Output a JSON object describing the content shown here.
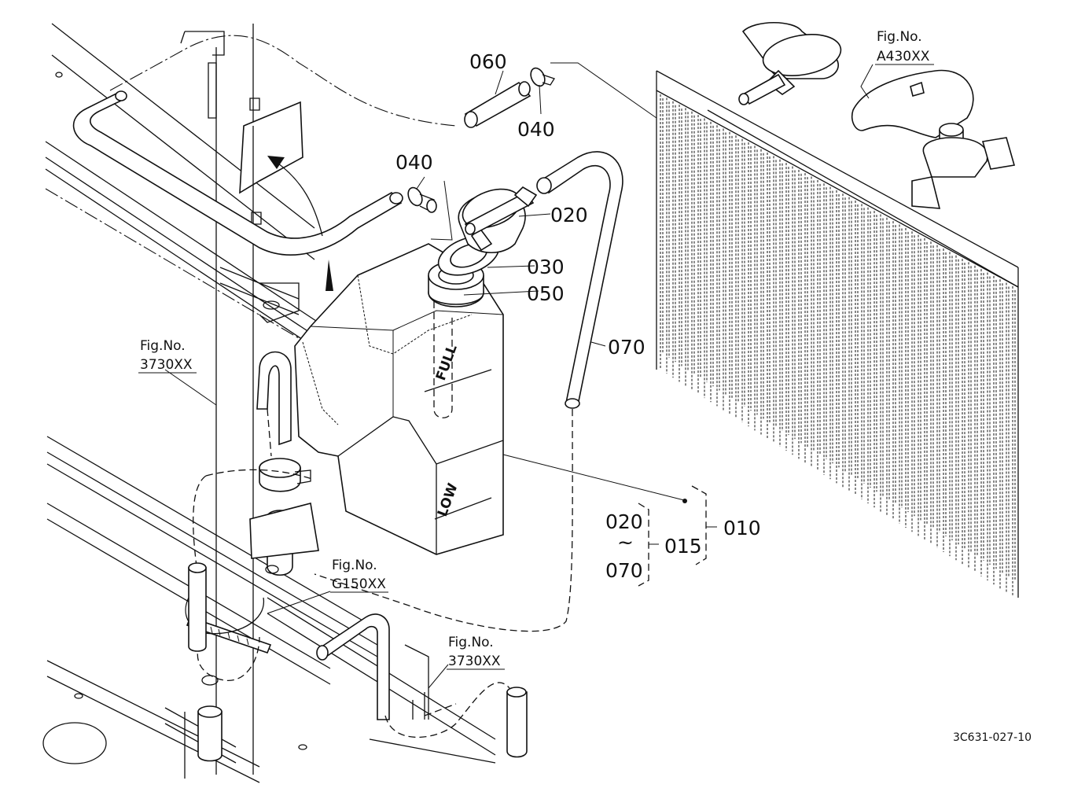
{
  "parts": [
    {
      "id": "p060",
      "number": "060"
    },
    {
      "id": "p040a",
      "number": "040"
    },
    {
      "id": "p040b",
      "number": "040"
    },
    {
      "id": "p020",
      "number": "020"
    },
    {
      "id": "p030",
      "number": "030"
    },
    {
      "id": "p050",
      "number": "050"
    },
    {
      "id": "p070",
      "number": "070"
    },
    {
      "id": "p010",
      "number": "010"
    },
    {
      "id": "p015",
      "number": "015"
    }
  ],
  "range": {
    "from": "020",
    "sep": "~",
    "to": "070"
  },
  "tank_marks": {
    "full": "FULL",
    "low": "LOW"
  },
  "figure_refs": [
    {
      "id": "ref-a430",
      "label": "Fig.No.",
      "code": "A430XX"
    },
    {
      "id": "ref-3730-left",
      "label": "Fig.No.",
      "code": "3730XX"
    },
    {
      "id": "ref-g150",
      "label": "Fig.No.",
      "code": "G150XX"
    },
    {
      "id": "ref-3730-bottom",
      "label": "Fig.No.",
      "code": "3730XX"
    }
  ],
  "drawing_code": "3C631-027-10"
}
